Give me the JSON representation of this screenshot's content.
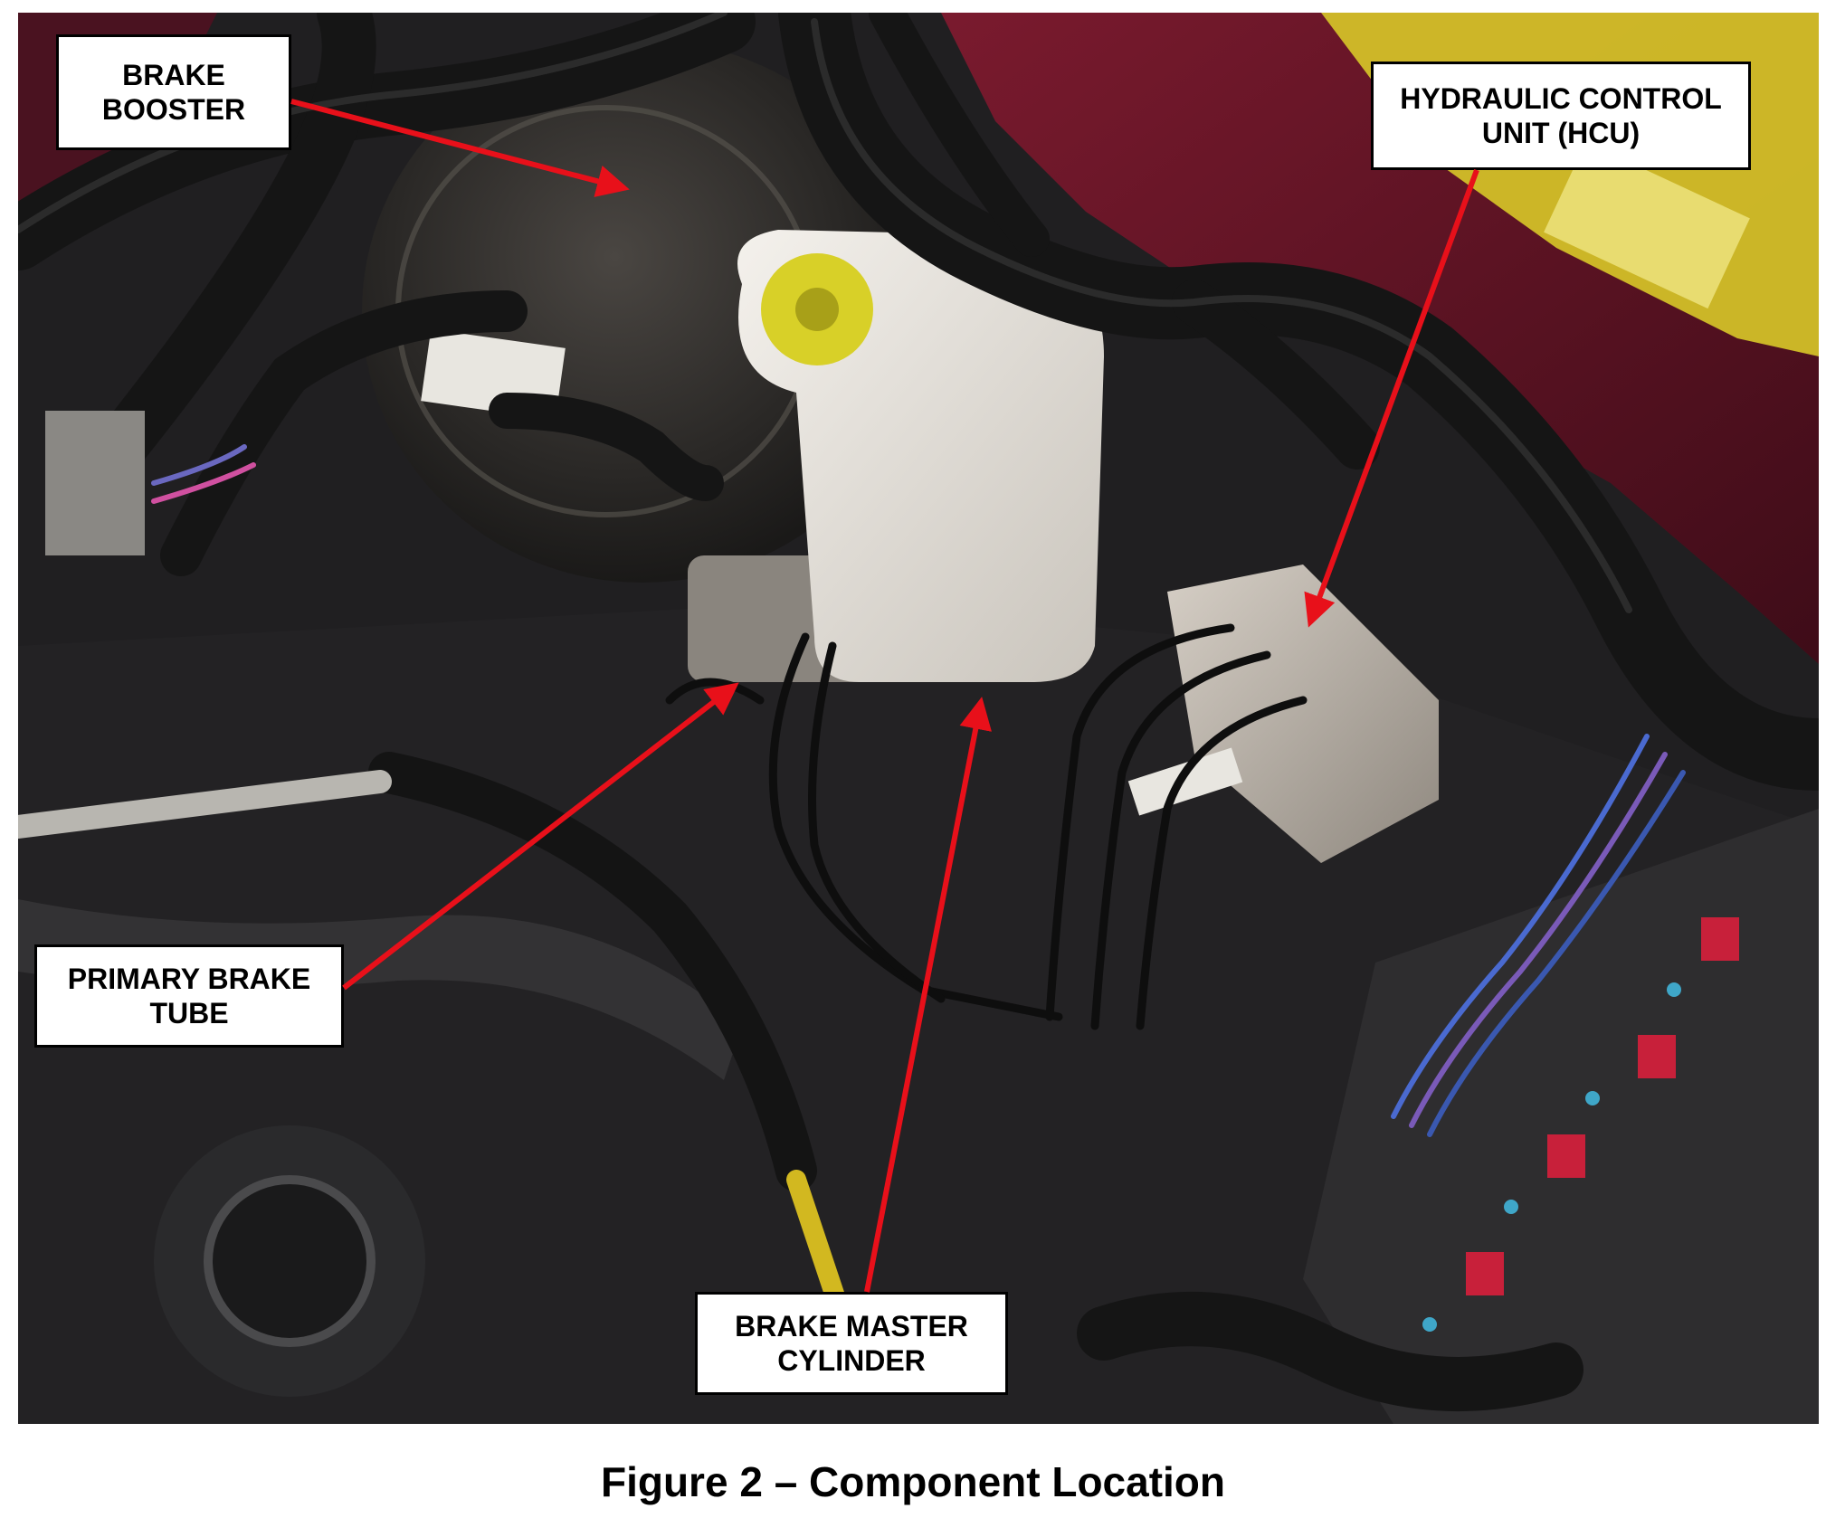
{
  "figure": {
    "caption": "Figure 2 – Component Location"
  },
  "callouts": {
    "brake_booster": {
      "line1": "BRAKE",
      "line2": "BOOSTER"
    },
    "hcu": {
      "line1": "HYDRAULIC CONTROL",
      "line2": "UNIT (HCU)"
    },
    "primary_brake_tube": {
      "line1": "PRIMARY BRAKE",
      "line2": "TUBE"
    },
    "master_cylinder": {
      "line1": "BRAKE MASTER",
      "line2": "CYLINDER"
    }
  },
  "colors": {
    "arrow": "#e8101a",
    "body_paint": "#6a1426",
    "reservoir": "#e6e2dc",
    "cap": "#d8d028",
    "hcu_block": "#b8b0a6",
    "hose": "#151515"
  }
}
